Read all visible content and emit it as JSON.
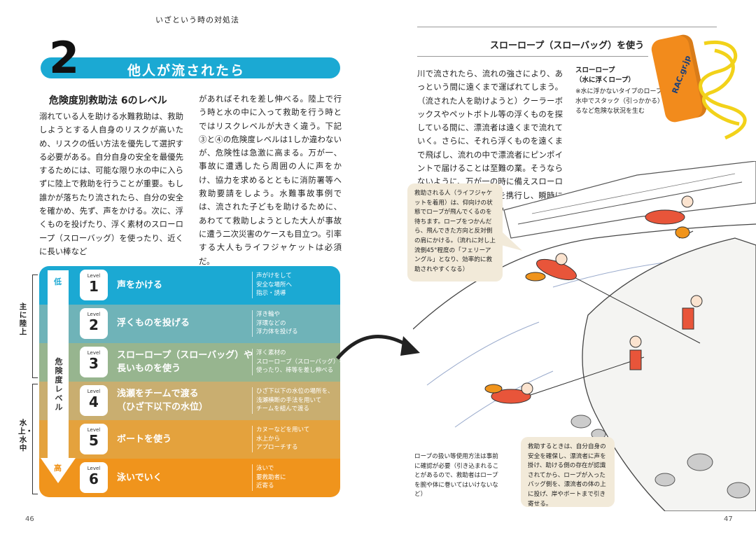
{
  "header": {
    "running_head": "いざという時の対処法"
  },
  "section": {
    "number": "2",
    "title": "他人が流されたら",
    "subtitle": "危険度別救助法 6のレベル"
  },
  "body_left": {
    "col1": "溺れている人を助ける水難救助は、救助しようとする人自身のリスクが高いため、リスクの低い方法を優先して選択する必要がある。自分自身の安全を最優先するためには、可能な限り水の中に入らずに陸上で救助を行うことが重要。もし誰かが落ちたり流されたら、自分の安全を確かめ、先ず、声をかける。次に、浮くものを投げたり、浮く素材のスローロープ（スローバッグ）を使ったり、近くに長い棒など",
    "col2": "があればそれを差し伸べる。陸上で行う時と水の中に入って救助を行う時とではリスクレベルが大きく違う。下記③と④の危険度レベルは1しか違わないが、危険性は急激に高まる。万が一、事故に遭遇したら周囲の人に声をかけ、協力を求めるとともに消防署等へ救助要請をしよう。水難事故事例では、流された子どもを助けるために、あわてて救助しようとした大人が事故に遭う二次災害のケースも目立つ。引率する大人もライフジャケットは必須だ。"
  },
  "levels": {
    "arrow_top": "低",
    "arrow_label": "危険度レベル",
    "arrow_bottom": "高",
    "level_word": "Level",
    "items": [
      {
        "num": "1",
        "title": "声をかける",
        "note": "声がけをして\n安全な場所へ\n指示・誘導",
        "color": "#1ba9d3"
      },
      {
        "num": "2",
        "title": "浮くものを投げる",
        "note": "浮き輪や\n浮環などの\n浮力体を投げる",
        "color": "#6fb3b8"
      },
      {
        "num": "3",
        "title": "スローロープ（スローバッグ）や\n長いものを使う",
        "note": "浮く素材の\nスローロープ（スローバッグ）を\n使ったり、棒等を差し伸べる",
        "color": "#97b58f"
      },
      {
        "num": "4",
        "title": "浅瀬をチームで渡る\n（ひざ下以下の水位）",
        "note": "ひざ下以下の水位の場所を、\n浅瀬横断の手法を用いて\nチームを組んで渡る",
        "color": "#c9ae70"
      },
      {
        "num": "5",
        "title": "ボートを使う",
        "note": "カヌーなどを用いて\n水上から\nアプローチする",
        "color": "#e4a23d"
      },
      {
        "num": "6",
        "title": "泳いでいく",
        "note": "泳いで\n要救助者に\n近寄る",
        "color": "#f0941c"
      }
    ],
    "side_land": "主に陸上",
    "side_water": "水上・水中"
  },
  "right": {
    "title": "スローロープ（スローバッグ）を使う",
    "body": "川で流されたら、流れの強さにより、あっという間に遠くまで運ばれてしまう。（流された人を助けようと）クーラーボックスやペットボトル等の浮くものを探している間に、漂流者は遠くまで流れていく。さらに、それら浮くものを遠くまで飛ばし、流れの中で漂流者にピンポイントで届けることは至難の業。そうならないように、万が一の時に備えスローロープ（スローバッグ）を携行し、瞬時に投げられるようにしよう。",
    "caption_title": "スローロープ\n（水に浮くロープ）",
    "caption_body": "※水に浮かないタイプのロープは水中でスタック（引っかかる）するなど危険な状況を生む",
    "bag_label": "RAC.gr.jp",
    "bubble1": "救助される人（ライフジャケットを着用）は、仰向けの状態でロープが飛んでくるのを待ちます。ロープをつかんだら、飛んできた方向と反対側の肩にかける。（流れに対し上流側45°程度の「フェリーアングル」となり、効率的に救助されやすくなる）",
    "bubble2": "救助するときは、自分自身の安全を確保し、漂流者に声を掛け、助ける側の存在が認識されてから、ロープが入ったバッグ側を、漂流者の体の上に投げ、岸やボートまで引き寄せる。",
    "bottom_caption": "ロープの扱い等使用方法は事前に確認が必要（引き込まれることがあるので、救助者はロープを腕や体に巻いてはいけないなど）"
  },
  "page_numbers": {
    "left": "46",
    "right": "47"
  }
}
